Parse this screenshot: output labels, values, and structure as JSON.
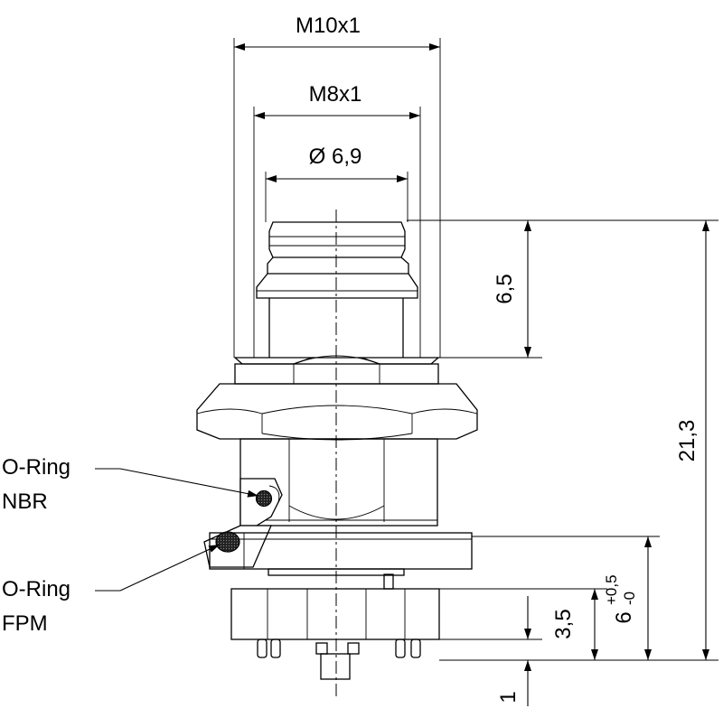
{
  "dimensions": {
    "thread_outer": "M10x1",
    "thread_inner": "M8x1",
    "diameter": "Ø 6,9",
    "top_height": "6,5",
    "total_height": "21,3",
    "pcb_height": "3,5",
    "flange_height": "6",
    "flange_tol_plus": "+0,5",
    "flange_tol_minus": "-0",
    "pin_length": "1"
  },
  "labels": {
    "oring_nbr_line1": "O-Ring",
    "oring_nbr_line2": "NBR",
    "oring_fpm_line1": "O-Ring",
    "oring_fpm_line2": "FPM"
  }
}
